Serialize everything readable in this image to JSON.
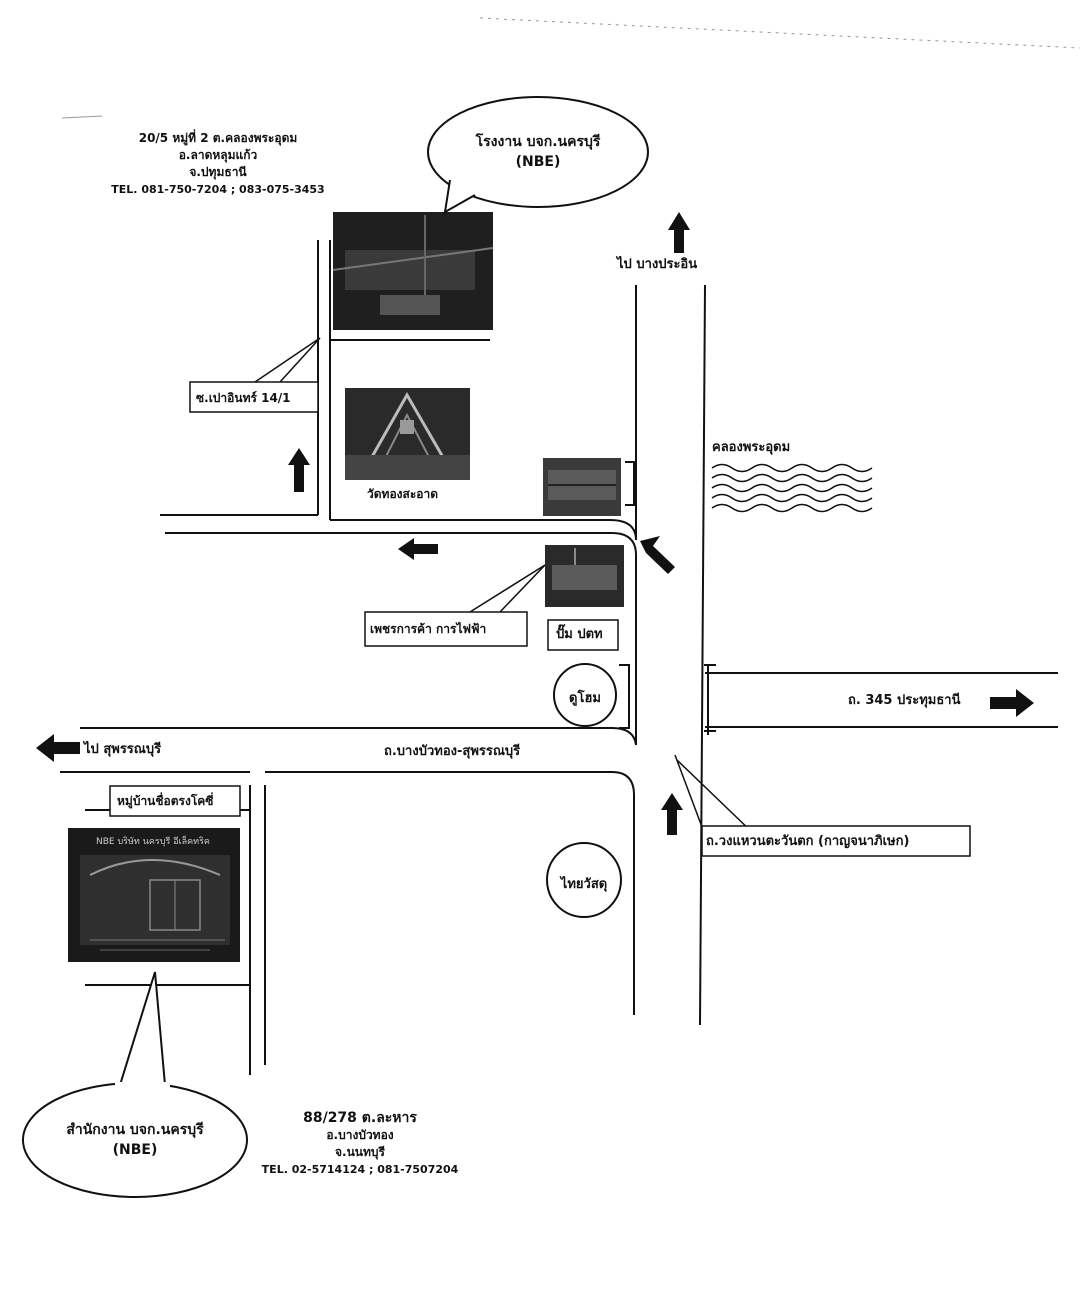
{
  "factory": {
    "bubble_line1": "โรงงาน บจก.นครบุรี",
    "bubble_line2": "(NBE)",
    "address": [
      "20/5 หมู่ที่ 2 ต.คลองพระอุดม",
      "อ.ลาดหลุมแก้ว",
      "จ.ปทุมธานี"
    ],
    "tel": "TEL. 081-750-7204 ; 083-075-3453"
  },
  "office": {
    "bubble_line1": "สำนักงาน บจก.นครบุรี",
    "bubble_line2": "(NBE)",
    "address": [
      "88/278 ต.ละหาร",
      "อ.บางบัวทอง",
      "จ.นนทบุรี"
    ],
    "tel": "TEL. 02-5714124 ; 081-7507204"
  },
  "labels": {
    "soi": "ซ.เปาอินทร์ 14/1",
    "temple": "วัดทองสะอาด",
    "to_bang_prain": "ไป บางประอิน",
    "canal": "คลองพระอุดม",
    "phetcharakarn": "เพชรการค้า การไฟฟ้า",
    "ptt": "ปั๊ม ปตท",
    "du_som": "ดูโฮม",
    "road_345": "ถ. 345 ประทุมธานี",
    "to_suphan": "ไป สุพรรณบุรี",
    "main_road": "ถ.บางบัวทอง-สุพรรณบุรี",
    "village": "หมู่บ้านชื่อตรงโคซี่",
    "ring_road": "ถ.วงแหวนตะวันตก (กาญจนาภิเษก)",
    "thai_watsadu": "ไทยวัสดุ",
    "office_photo_caption": "NBE บริษัท นครบุรี อีเล็คทริค"
  },
  "colors": {
    "ink": "#111111",
    "photo_dark": "#1f1f1f",
    "photo_mid": "#4a4a4a"
  }
}
